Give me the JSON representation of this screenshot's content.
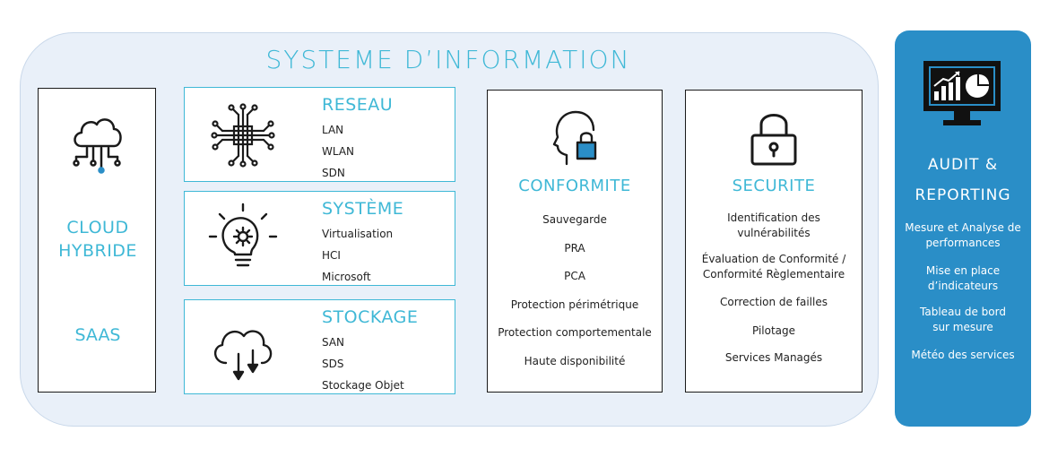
{
  "si": {
    "title": "SYSTEME D’INFORMATION"
  },
  "cloud": {
    "title_line1": "CLOUD",
    "title_line2": "HYBRIDE",
    "saas": "SAAS",
    "icon": "cloud-network-icon"
  },
  "reseau": {
    "title": "RESEAU",
    "items": [
      "LAN",
      "WLAN",
      "SDN"
    ],
    "icon": "circuit-chip-icon"
  },
  "systeme": {
    "title": "SYSTÈME",
    "items": [
      "Virtualisation",
      "HCI",
      "Microsoft"
    ],
    "icon": "lightbulb-gear-icon"
  },
  "stockage": {
    "title": "STOCKAGE",
    "items": [
      "SAN",
      "SDS",
      "Stockage Objet"
    ],
    "icon": "cloud-download-icon"
  },
  "conformite": {
    "title": "CONFORMITE",
    "items": [
      "Sauvegarde",
      "PRA",
      "PCA",
      "Protection périmétrique",
      "Protection comportementale",
      "Haute disponibilité"
    ],
    "icon": "head-lock-icon"
  },
  "securite": {
    "title": "SECURITE",
    "items": [
      "Identification des vulnérabilités",
      "Évaluation  de Conformité / Conformité Règlementaire",
      "Correction de failles",
      "Pilotage",
      "Services Managés"
    ],
    "icon": "padlock-icon"
  },
  "audit": {
    "title_line1": "AUDIT &",
    "title_line2": "REPORTING",
    "items": [
      "Mesure et Analyse de performances",
      "Mise en place d’indicateurs",
      "Tableau de bord sur mesure",
      "Météo des services"
    ],
    "icon": "monitor-chart-icon"
  },
  "colors": {
    "accent": "#3fb8d6",
    "audit_bg": "#2a8ec7",
    "panel_bg": "#e9f0f9",
    "lock_fill": "#2a8ec7"
  }
}
